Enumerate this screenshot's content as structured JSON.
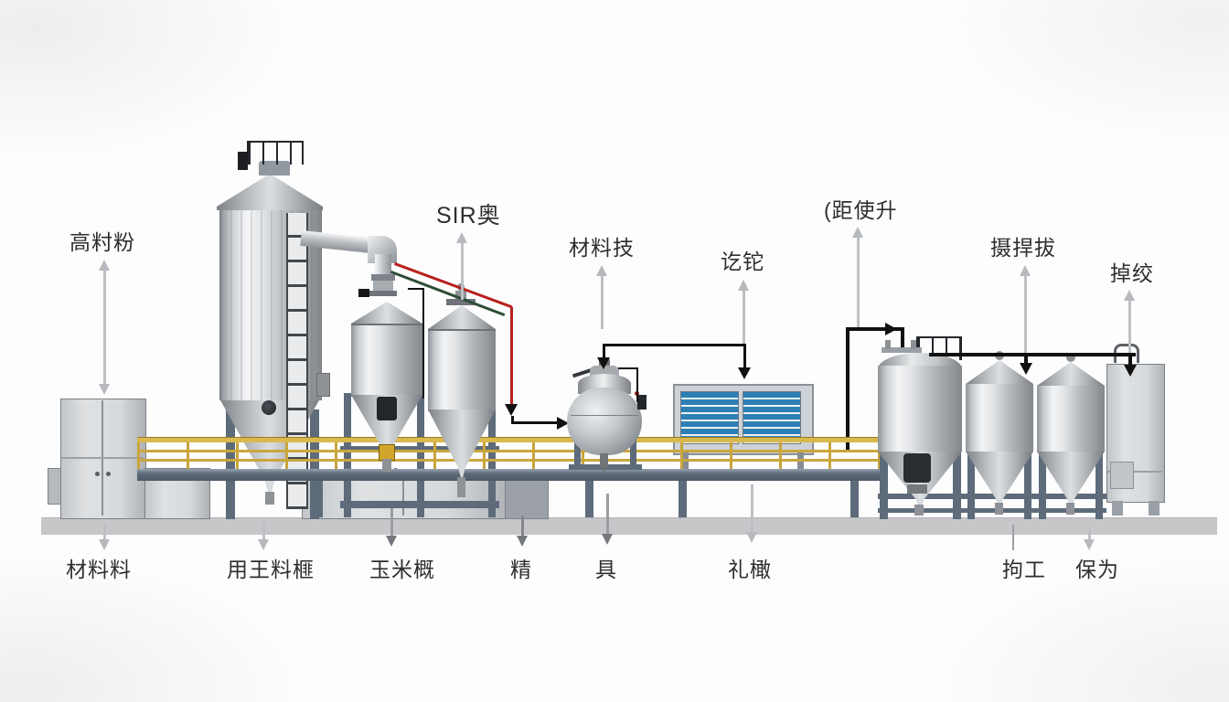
{
  "diagram": {
    "top_labels": [
      {
        "id": "label-gao-cun-fen",
        "text": "高籿粉"
      },
      {
        "id": "label-sir-ao",
        "text": "SIR奥"
      },
      {
        "id": "label-cai-liao-ji",
        "text": "材料技"
      },
      {
        "id": "label-qi-ta",
        "text": "讫铊"
      },
      {
        "id": "label-ju-shi-sheng",
        "text": "(距使升"
      },
      {
        "id": "label-she-han-ba",
        "text": "摄捍拔"
      },
      {
        "id": "label-diao-jiao",
        "text": "掉绞"
      }
    ],
    "bottom_labels": [
      {
        "id": "label-cai-liao-liao",
        "text": "材料料"
      },
      {
        "id": "label-yong-wang-liao-fei",
        "text": "用王料榧"
      },
      {
        "id": "label-yu-mi-gai",
        "text": "玉米概"
      },
      {
        "id": "label-jing",
        "text": "精"
      },
      {
        "id": "label-ju",
        "text": "具"
      },
      {
        "id": "label-li-gan",
        "text": "礼橄"
      },
      {
        "id": "label-ju-gong",
        "text": "拘工"
      },
      {
        "id": "label-bao-wei",
        "text": "保为"
      }
    ],
    "colors": {
      "line_red": "#b7201d",
      "line_green": "#2e4d36",
      "pipe_black": "#111111",
      "railing_yellow": "#d6b44a",
      "frame_blue_gray": "#5d6b7a",
      "panel_blue": "#2d7fb5",
      "arrow_gray": "#bdc0c4",
      "ground_gray": "#c7c7ca",
      "metal_light": "#e2e4e6",
      "metal_dark": "#84888d"
    }
  }
}
